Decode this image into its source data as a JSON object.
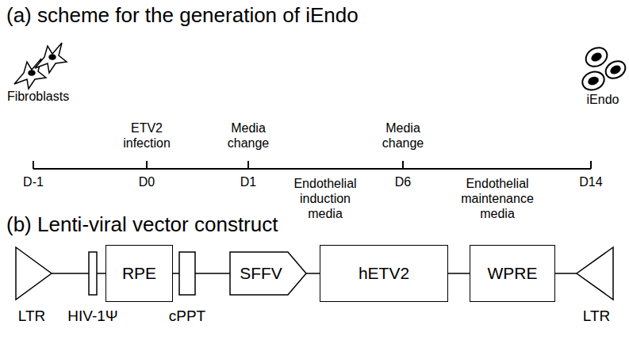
{
  "diagram": {
    "nodes": [
      {
        "text": [
          "RPE"
        ]
      },
      {
        "text": [
          "SFFV"
        ]
      },
      {
        "text": [
          "hETV2"
        ]
      },
      {
        "text": [
          "WPRE"
        ]
      }
    ],
    "edges": [
      {
        "from": 1,
        "to": 2,
        "arrow": "none"
      },
      {
        "from": 2,
        "to": 3,
        "arrow": "none"
      }
    ],
    "labels": [
      "(a) scheme for the generation of iEndo",
      "Fibroblasts",
      "ETV2 infection",
      "Media change",
      "Media change",
      "iEndo",
      "D-1",
      "D0",
      "D1",
      "Endothelial induction media",
      "D6",
      "Endothelial maintenance media",
      "D14",
      "(b) Lenti-viral vector construct",
      "LTR",
      "HIV-1Ψ",
      "cPPT",
      "LTR"
    ]
  }
}
